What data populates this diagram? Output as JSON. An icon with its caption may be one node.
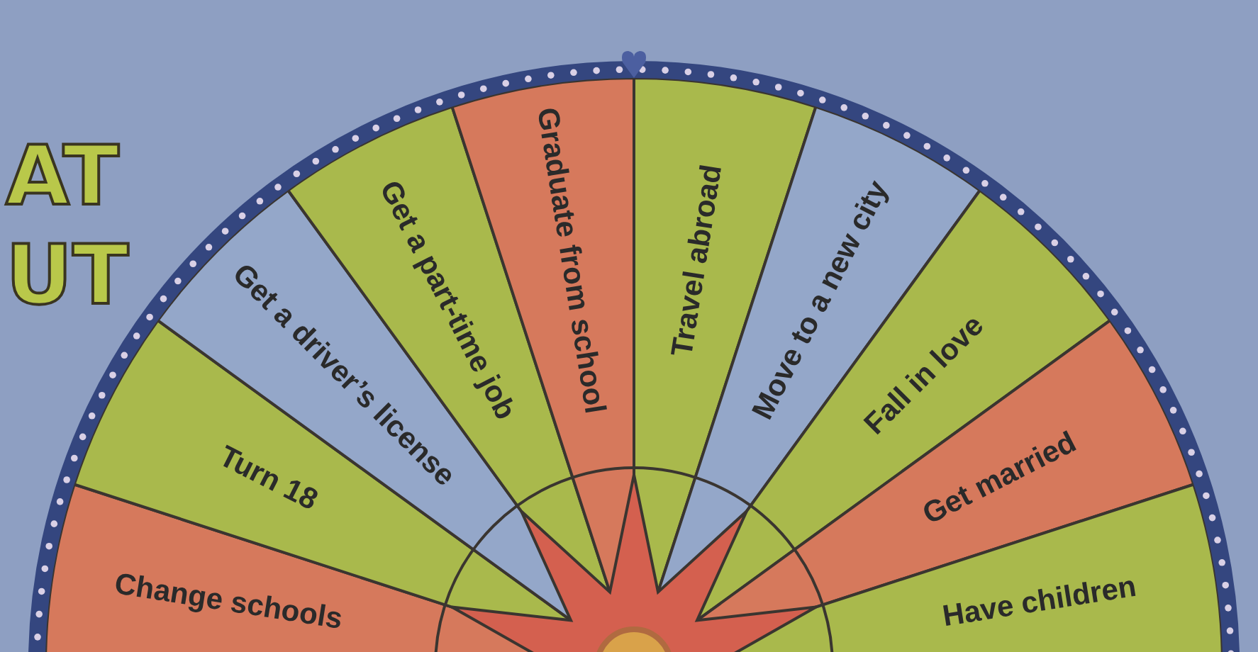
{
  "diagram": {
    "nodes": [
      {
        "text": [
          "Change schools"
        ]
      },
      {
        "text": [
          "Turn 18"
        ]
      },
      {
        "text": [
          "Get a driver’s license"
        ]
      },
      {
        "text": [
          "Get a part-time job"
        ]
      },
      {
        "text": [
          "Graduate from school"
        ]
      },
      {
        "text": [
          "Travel abroad"
        ]
      },
      {
        "text": [
          "Move to a new city"
        ]
      },
      {
        "text": [
          "Fall in love"
        ]
      },
      {
        "text": [
          "Get married"
        ]
      },
      {
        "text": [
          "Have children"
        ]
      }
    ],
    "edges": [],
    "labels": [
      "AT",
      "UT"
    ]
  }
}
